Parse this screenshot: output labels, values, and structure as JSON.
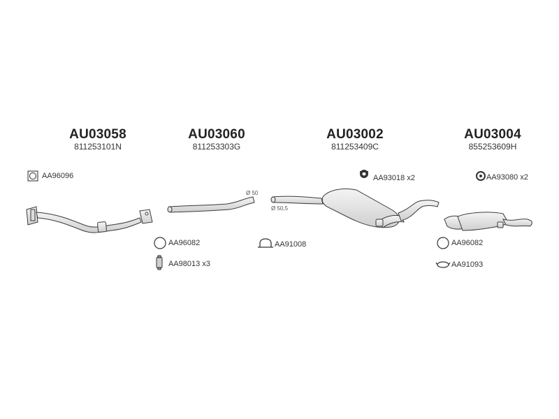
{
  "diagram": {
    "assemblies": [
      {
        "code": "AU03058",
        "oem": "811253101N"
      },
      {
        "code": "AU03060",
        "oem": "811253303G"
      },
      {
        "code": "AU03002",
        "oem": "811253409C"
      },
      {
        "code": "AU03004",
        "oem": "855253609H"
      }
    ],
    "accessories": {
      "a1": "AA96096",
      "a2": "AA96082",
      "a3": "AA98013",
      "a3_qty": "x3",
      "a4": "AA91008",
      "a5": "AA93018",
      "a5_qty": "x2",
      "a6": "AA93080",
      "a6_qty": "x2",
      "a7": "AA96082",
      "a8": "AA91093"
    },
    "diameters": {
      "d1": "Ø 50",
      "d2": "Ø 50,5"
    },
    "icons": {
      "gasket": "flange-gasket-icon",
      "ring": "o-ring-icon",
      "clamp": "u-clamp-icon",
      "rubber": "rubber-mount-icon",
      "bracket": "bracket-icon"
    },
    "colors": {
      "line": "#3a3a3a",
      "fill": "#e8e8e8"
    }
  }
}
